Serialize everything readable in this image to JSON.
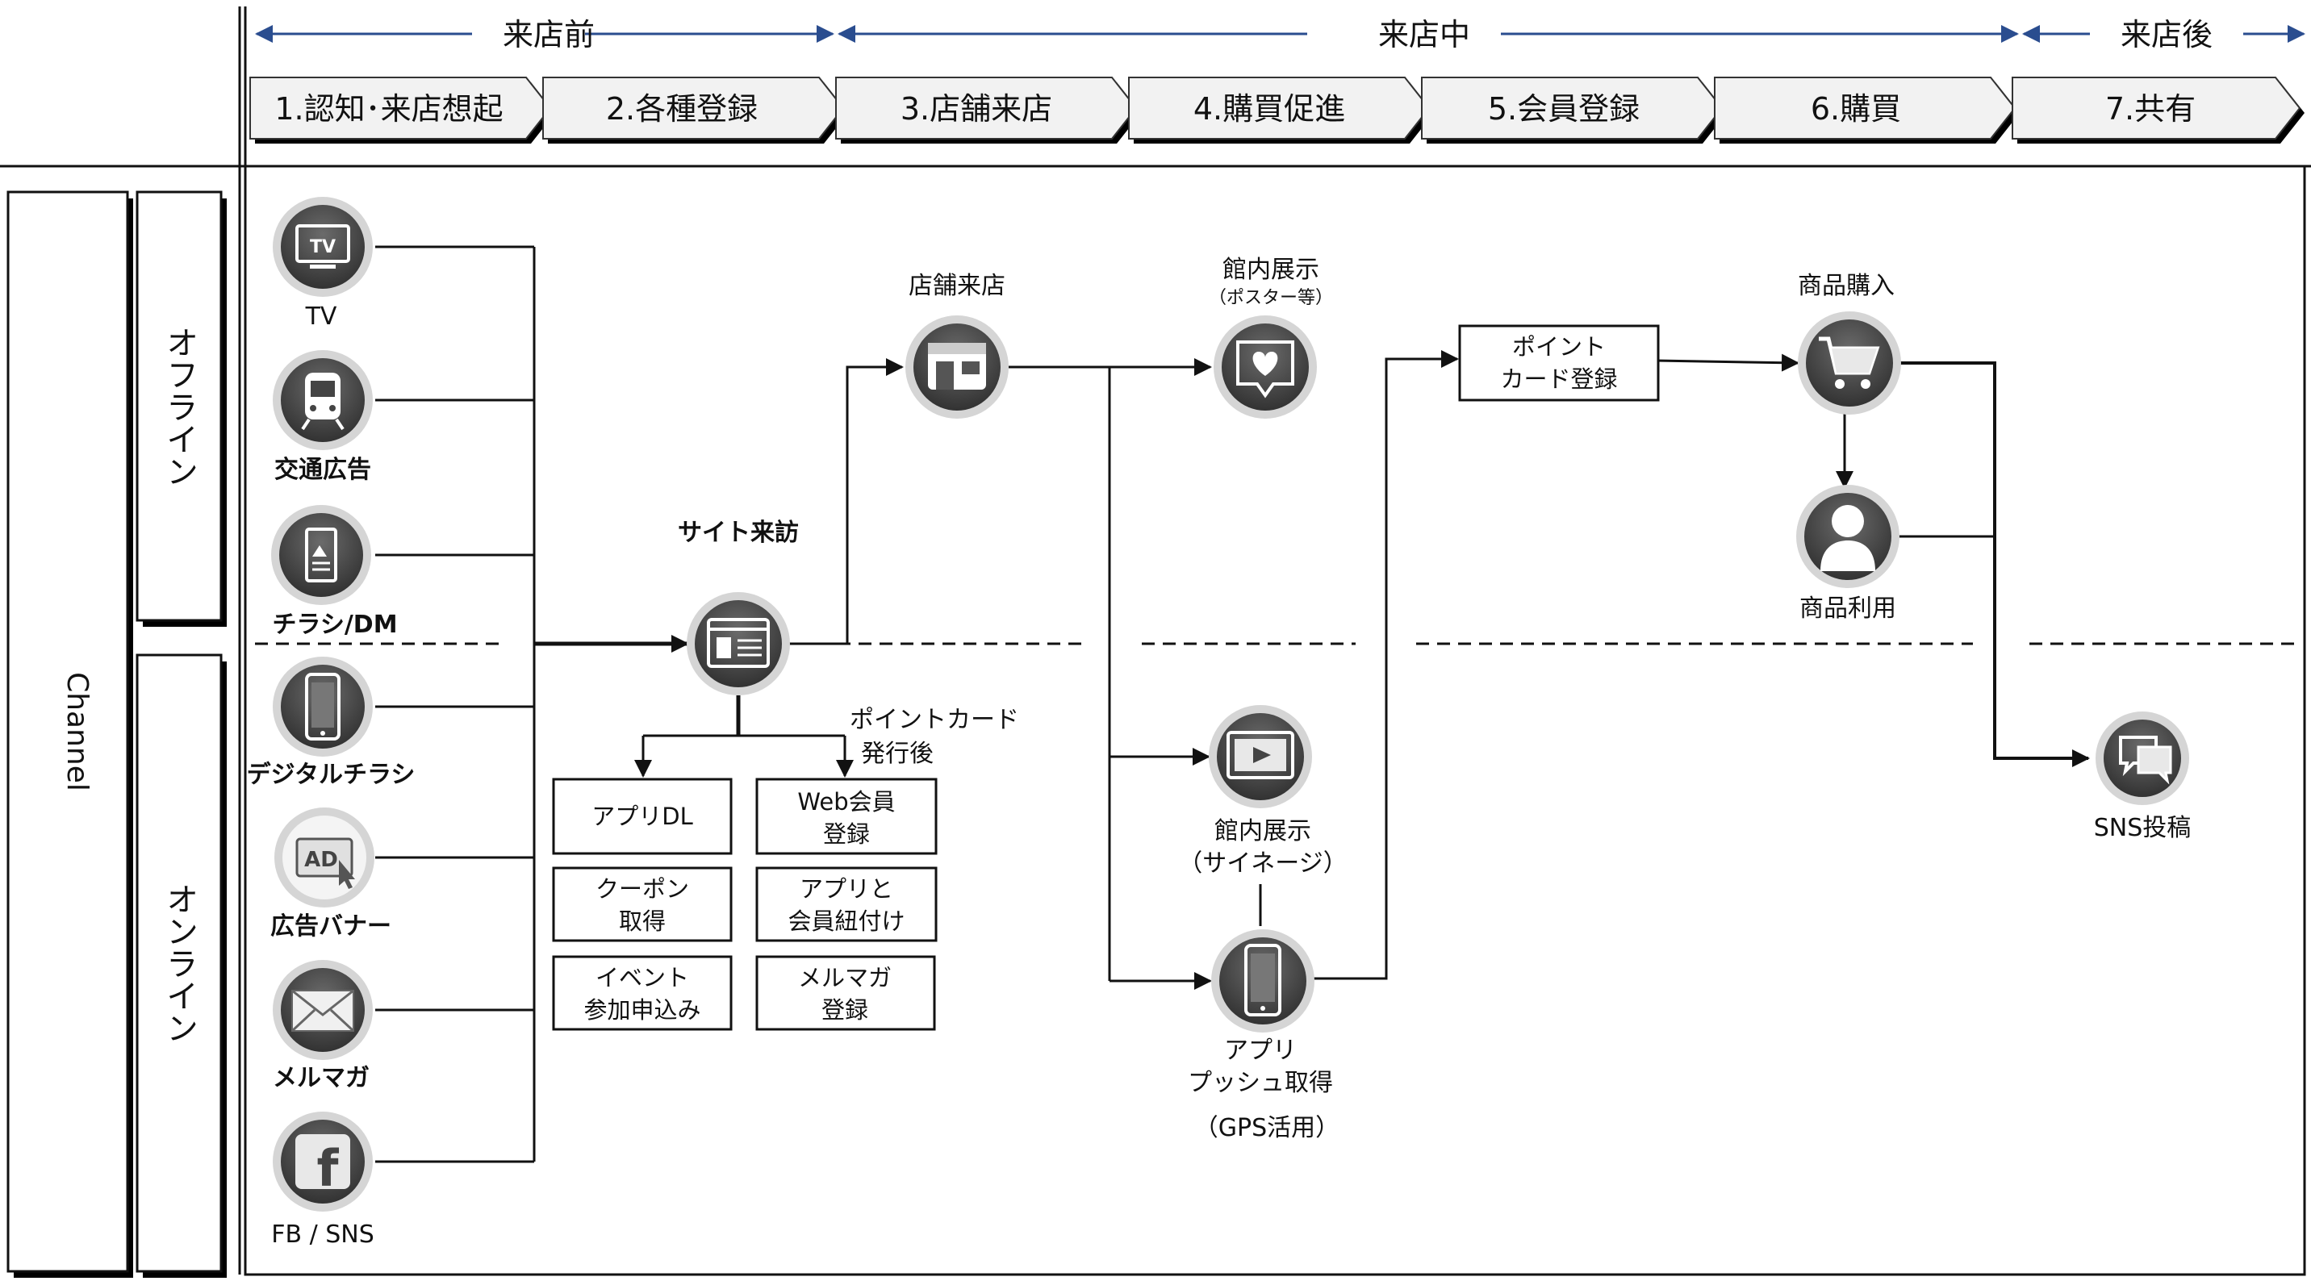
{
  "phases": {
    "before": "来店前",
    "during": "来店中",
    "after": "来店後"
  },
  "steps": [
    "1.認知･来店想起",
    "2.各種登録",
    "3.店舗来店",
    "4.購買促進",
    "5.会員登録",
    "6.購買",
    "7.共有"
  ],
  "channel_label": "Channel",
  "lanes": {
    "offline": "オフライン",
    "online": "オンライン"
  },
  "sources": {
    "tv": "TV",
    "transit_ad": "交通広告",
    "flyer_dm": "チラシ/DM",
    "digital_flyer": "デジタルチラシ",
    "ad_banner": "広告バナー",
    "mail_magazine": "メルマガ",
    "fb_sns": "FB / SNS"
  },
  "tv_icon_text": "TV",
  "ad_icon_text": "AD",
  "fb_icon_text": "f",
  "site_visit": "サイト来訪",
  "point_card_note": [
    "ポイントカード",
    "発行後"
  ],
  "registration_boxes": {
    "app_dl": [
      "アプリDL"
    ],
    "web_member": [
      "Web会員",
      "登録"
    ],
    "coupon": [
      "クーポン",
      "取得"
    ],
    "app_link": [
      "アプリと",
      "会員紐付け"
    ],
    "event": [
      "イベント",
      "参加申込み"
    ],
    "mail_reg": [
      "メルマガ",
      "登録"
    ]
  },
  "store_visit": "店舗来店",
  "in_store_display_poster": {
    "title": "館内展示",
    "note": "（ポスター等）"
  },
  "in_store_display_signage": [
    "館内展示",
    "（サイネージ）"
  ],
  "app_push": [
    "アプリ",
    "プッシュ取得",
    "（GPS活用）"
  ],
  "point_card_registration": [
    "ポイント",
    "カード登録"
  ],
  "product_purchase": "商品購入",
  "product_use": "商品利用",
  "sns_post": "SNS投稿"
}
